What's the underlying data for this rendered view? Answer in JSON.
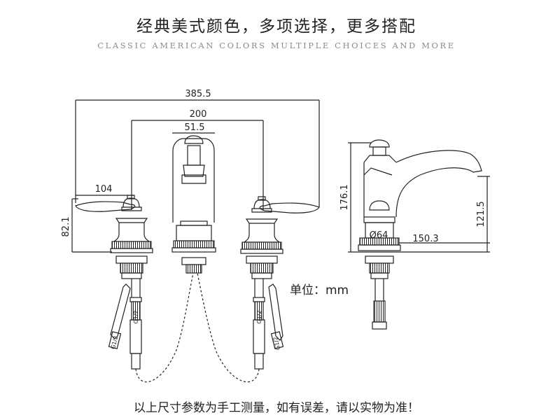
{
  "header": {
    "title_cn": "经典美式颜色，多项选择，更多搭配",
    "title_en": "CLASSIC AMERICAN COLORS MULTIPLE CHOICES  AND MORE"
  },
  "dimensions": {
    "overall_width": "385.5",
    "handle_spacing": "200",
    "spout_width": "51.5",
    "handle_length": "104",
    "handle_height": "82.1",
    "side_total_height": "176.1",
    "side_spout_height": "121.5",
    "base_diameter": "Ø64",
    "side_reach": "150.3"
  },
  "hose_labels": {
    "thread": "G1/2"
  },
  "unit_label": "单位：mm",
  "footer_note": "以上尺寸参数为手工测量，如有误差，请以实物为准！"
}
